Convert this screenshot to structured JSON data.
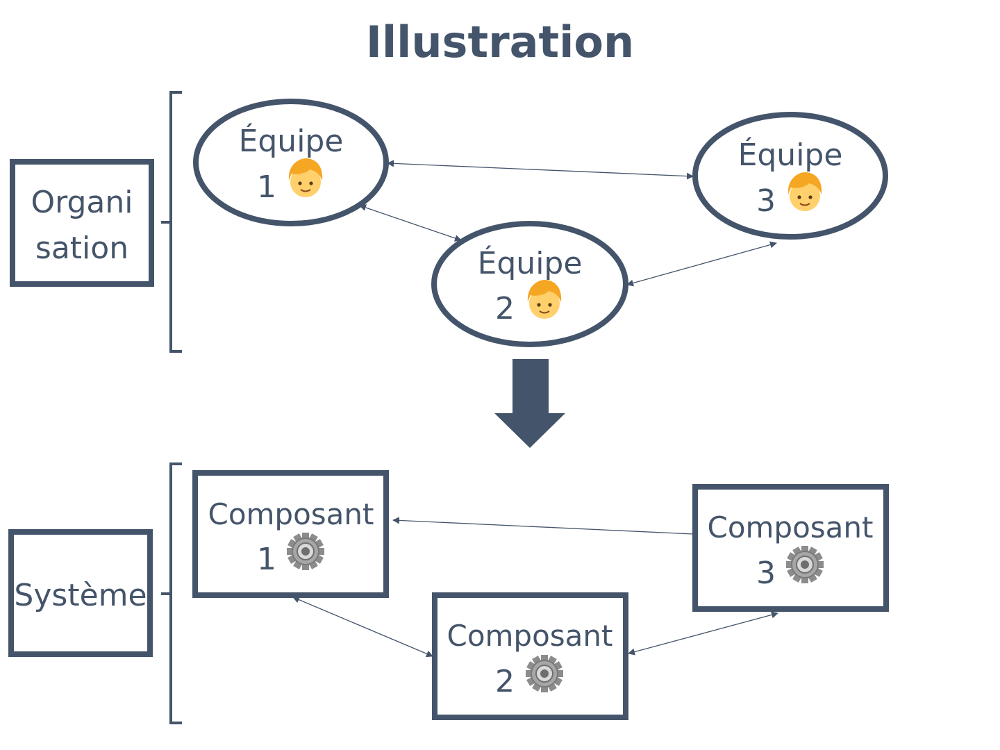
{
  "title": "Illustration",
  "organisation": {
    "label_line1": "Organi",
    "label_line2": "sation",
    "teams": [
      {
        "word": "Équipe",
        "number": "1",
        "icon": "child-icon"
      },
      {
        "word": "Équipe",
        "number": "2",
        "icon": "child-icon"
      },
      {
        "word": "Équipe",
        "number": "3",
        "icon": "child-icon"
      }
    ]
  },
  "systeme": {
    "label": "Système",
    "components": [
      {
        "word": "Composant",
        "number": "1",
        "icon": "gear-icon"
      },
      {
        "word": "Composant",
        "number": "2",
        "icon": "gear-icon"
      },
      {
        "word": "Composant",
        "number": "3",
        "icon": "gear-icon"
      }
    ]
  },
  "colors": {
    "primary": "#44546a",
    "background": "#ffffff",
    "hair": "#f5a623",
    "face": "#ffd06b"
  }
}
